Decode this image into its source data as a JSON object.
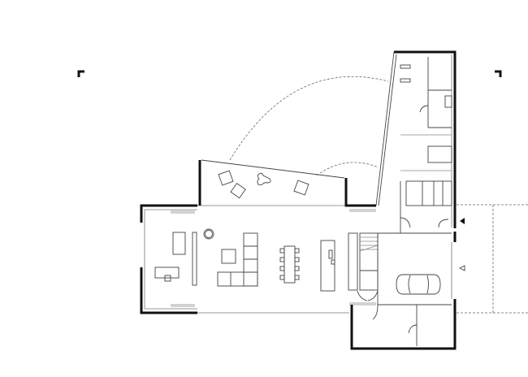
{
  "drawing": {
    "type": "architectural floor plan",
    "colors": {
      "wall": "#111111",
      "line": "#444444",
      "background": "#ffffff"
    },
    "rooms": [
      "terrace",
      "living-dining-kitchen",
      "stair",
      "garage",
      "bedroom-wing",
      "bathrooms",
      "storage"
    ]
  }
}
